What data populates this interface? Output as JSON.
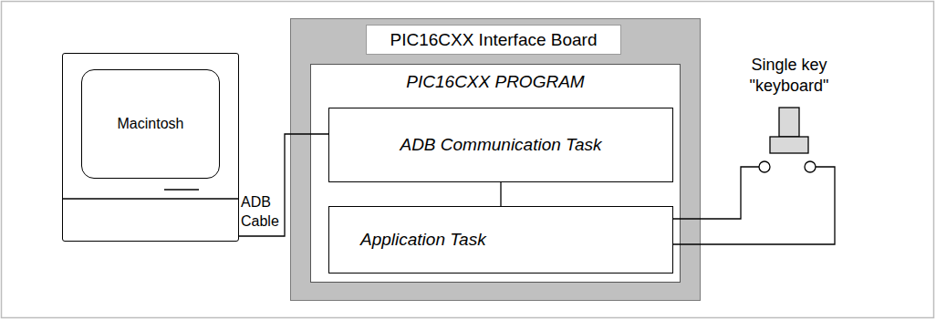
{
  "diagram": {
    "nodes": [
      {
        "text": [
          "Macintosh"
        ]
      },
      {
        "text": [
          "PIC16CXX Interface Board"
        ]
      },
      {
        "text": [
          "PIC16CXX PROGRAM"
        ],
        "in": 1
      },
      {
        "text": [
          "ADB Communication Task"
        ],
        "in": 2
      },
      {
        "text": [
          "Application Task"
        ],
        "in": 2
      }
    ],
    "edges": [
      {
        "from": 0,
        "to": 3,
        "arrow": "none",
        "label": "ADB Cable"
      },
      {
        "from": 3,
        "to": 4,
        "arrow": "none"
      }
    ],
    "labels": [
      "Single key \"keyboard\""
    ]
  }
}
